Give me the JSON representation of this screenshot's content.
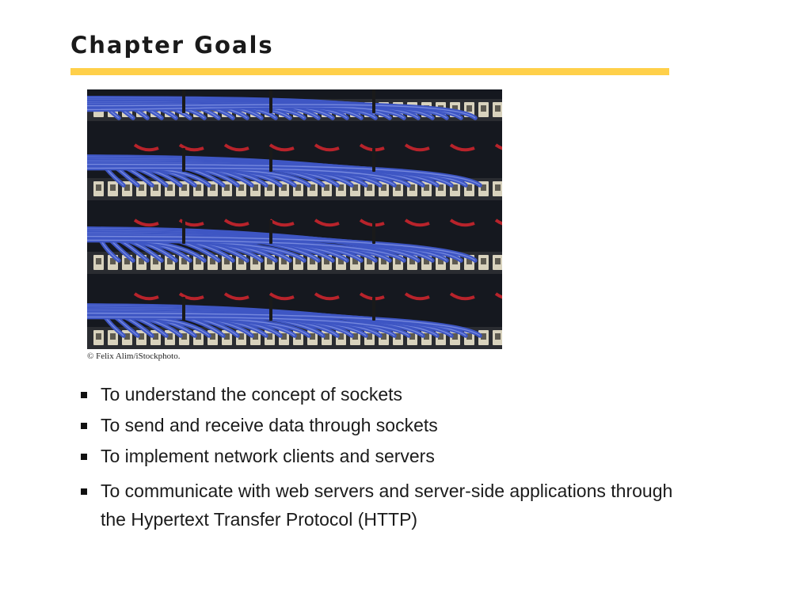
{
  "slide": {
    "title": "Chapter Goals",
    "accent_color": "#ffd04a",
    "photo": {
      "subject": "network-patch-panel-photo",
      "credit": "© Felix Alim/iStockphoto."
    },
    "goals": [
      "To understand the concept of sockets",
      "To send and receive data through sockets",
      "To implement network clients and servers",
      "To communicate with web servers and server-side applications through the Hypertext Transfer Protocol (HTTP)"
    ]
  }
}
